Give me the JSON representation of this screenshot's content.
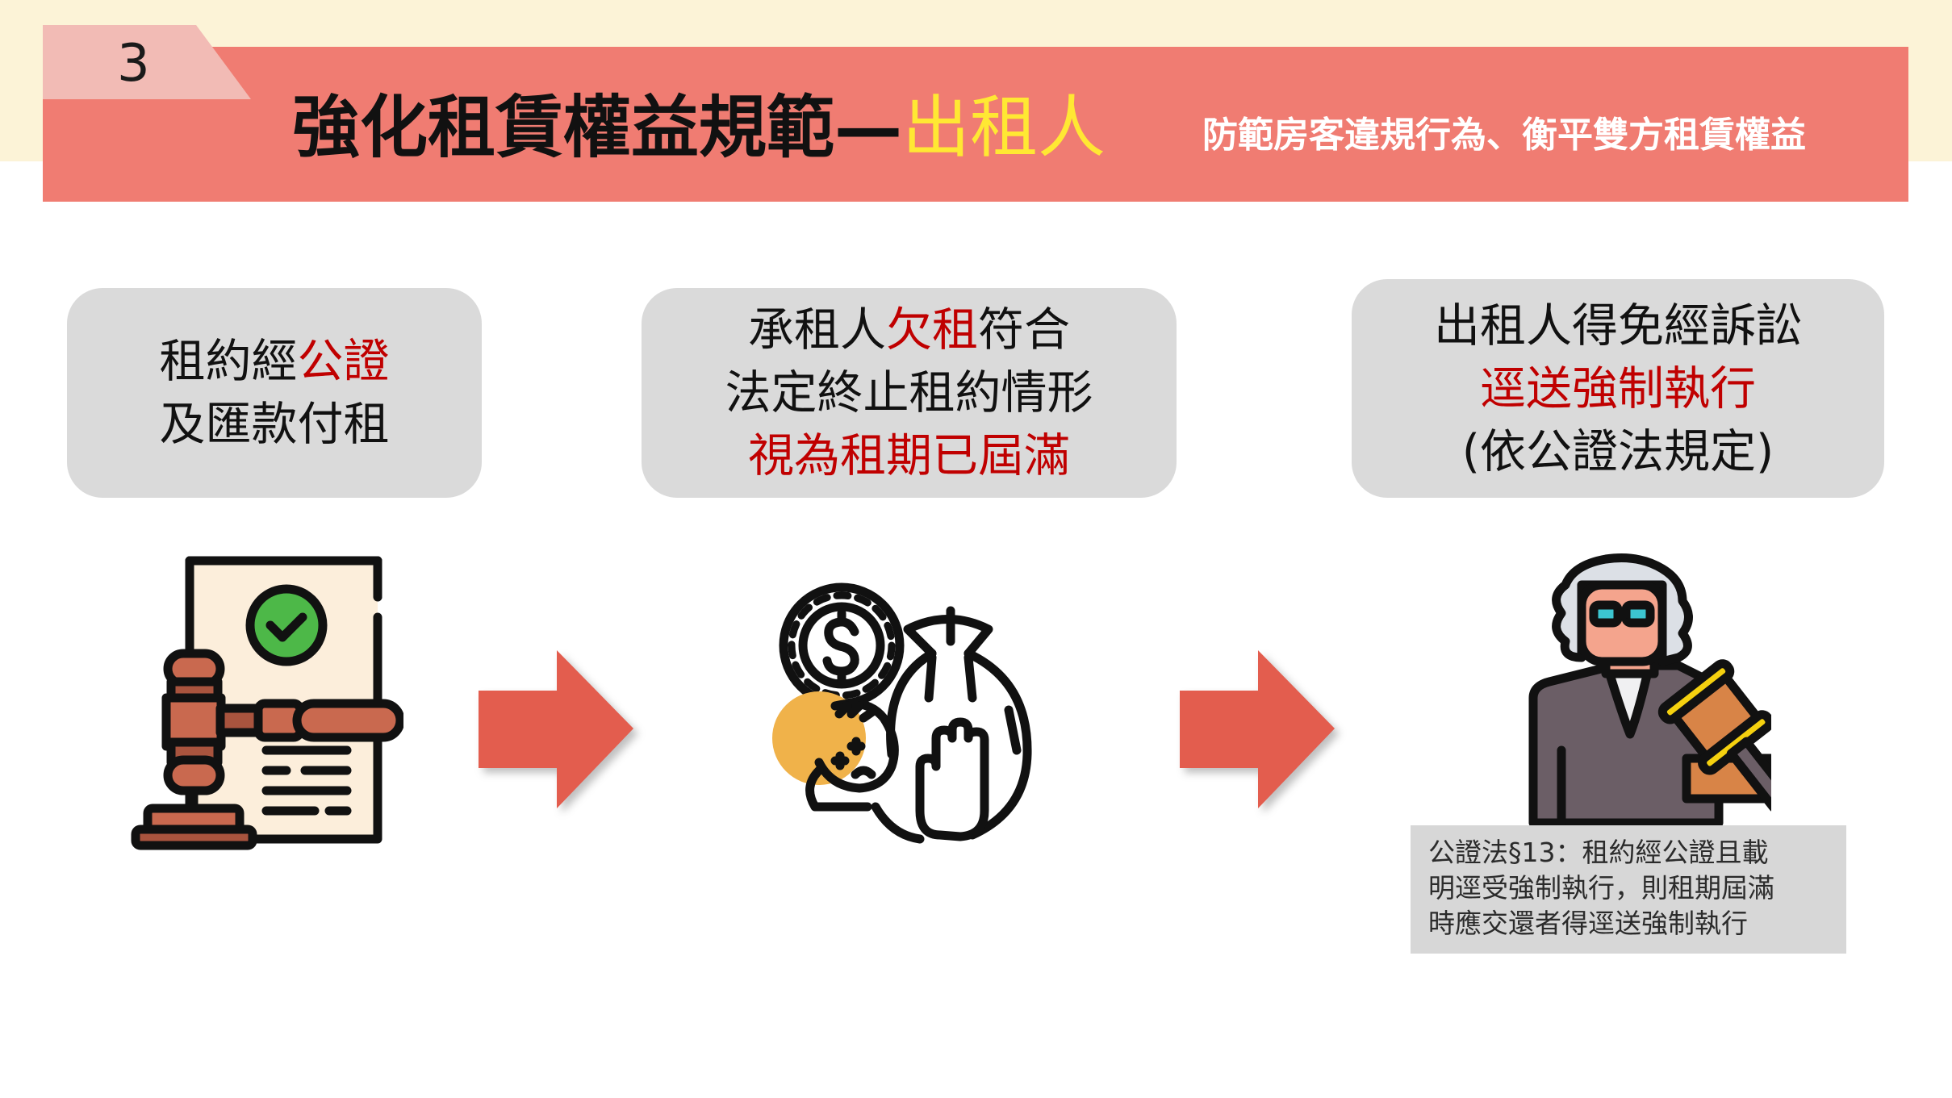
{
  "header": {
    "section_number": "3",
    "title_main": "強化租賃權益規範—",
    "title_accent": "出租人",
    "subtitle": "防範房客違規行為、衡平雙方租賃權益"
  },
  "steps": [
    {
      "lines": [
        [
          {
            "text": "租約經",
            "red": false
          },
          {
            "text": "公證",
            "red": true
          }
        ],
        [
          {
            "text": "及匯款付租",
            "red": false
          }
        ]
      ],
      "icon": "gavel-document-check-icon"
    },
    {
      "lines": [
        [
          {
            "text": "承租人",
            "red": false
          },
          {
            "text": "欠租",
            "red": true
          },
          {
            "text": "符合",
            "red": false
          }
        ],
        [
          {
            "text": "法定終止租約情形",
            "red": false
          }
        ],
        [
          {
            "text": "視為租期已屆滿",
            "red": true
          }
        ]
      ],
      "icon": "debt-money-bag-stressed-person-icon"
    },
    {
      "lines": [
        [
          {
            "text": "出租人得免經訴訟",
            "red": false
          }
        ],
        [
          {
            "text": "逕送強制執行",
            "red": true
          }
        ],
        [
          {
            "text": "(依公證法規定)",
            "red": false
          }
        ]
      ],
      "icon": "judge-gavel-icon"
    }
  ],
  "footnote": {
    "lines": [
      "公證法§13：租約經公證且載",
      "明逕受強制執行，則租期屆滿",
      "時應交還者得逕送強制執行"
    ]
  },
  "colors": {
    "banner": "#F07C72",
    "number_tab": "#F2BBB5",
    "cream_band": "#FCF3D7",
    "accent_yellow": "#FFE833",
    "emphasis_red": "#C00000",
    "box_gray": "#DADADA",
    "arrow": "#E35D4E"
  }
}
